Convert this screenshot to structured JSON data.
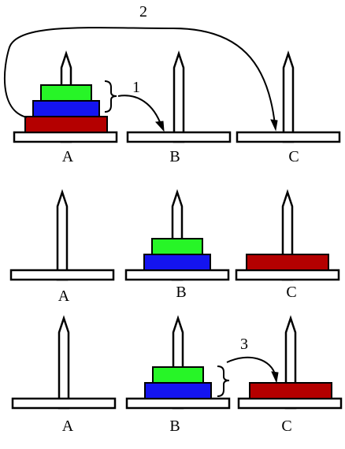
{
  "colors": {
    "outline": "#000000",
    "peg_fill": "#ffffff",
    "disk_small": "#27f527",
    "disk_medium": "#1414f0",
    "disk_large": "#b40000"
  },
  "step_labels": [
    "1",
    "2",
    "3"
  ],
  "rows": [
    {
      "pegs": [
        {
          "label": "A",
          "disks": [
            "large",
            "medium",
            "small"
          ]
        },
        {
          "label": "B",
          "disks": []
        },
        {
          "label": "C",
          "disks": []
        }
      ]
    },
    {
      "pegs": [
        {
          "label": "A",
          "disks": []
        },
        {
          "label": "B",
          "disks": [
            "medium",
            "small"
          ]
        },
        {
          "label": "C",
          "disks": [
            "large"
          ]
        }
      ]
    },
    {
      "pegs": [
        {
          "label": "A",
          "disks": []
        },
        {
          "label": "B",
          "disks": [
            "medium",
            "small"
          ]
        },
        {
          "label": "C",
          "disks": [
            "large"
          ]
        }
      ]
    }
  ]
}
